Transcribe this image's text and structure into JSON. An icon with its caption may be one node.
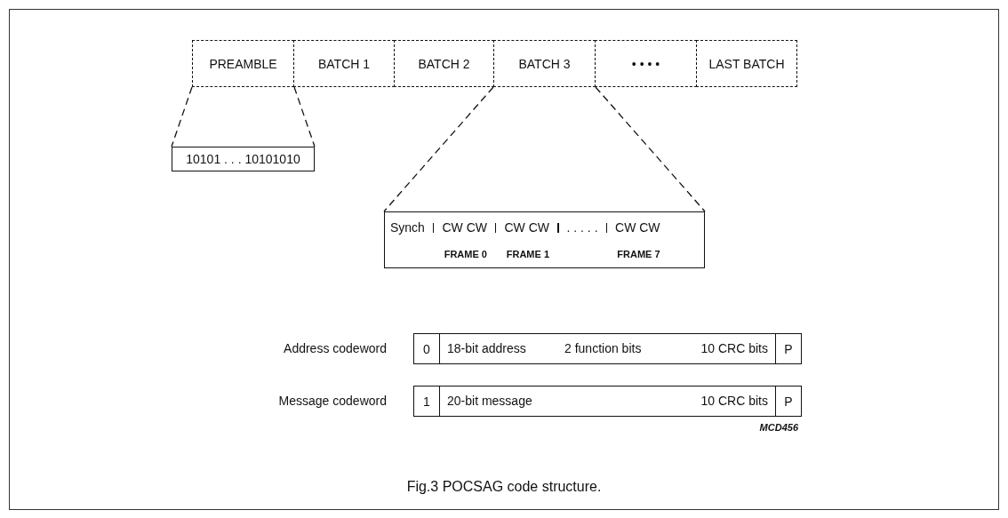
{
  "diagram": {
    "caption": "Fig.3 POCSAG code structure.",
    "nodes": [
      {
        "text": [
          "PREAMBLE"
        ]
      },
      {
        "text": [
          "BATCH 1"
        ]
      },
      {
        "text": [
          "BATCH 2"
        ]
      },
      {
        "text": [
          "BATCH 3"
        ]
      },
      {
        "text": [
          "• • • •"
        ]
      },
      {
        "text": [
          "LAST BATCH"
        ]
      },
      {
        "text": [
          "10101 . . . 10101010"
        ]
      },
      {
        "text": [
          "Synch",
          "CW CW",
          "CW CW",
          ". . . . .",
          "CW CW",
          "FRAME 0",
          "FRAME 1",
          "FRAME 7"
        ]
      },
      {
        "text": [
          "Address codeword"
        ]
      },
      {
        "text": [
          "0"
        ],
        "in": 8
      },
      {
        "text": [
          "18-bit address",
          "2 function bits",
          "10 CRC bits"
        ],
        "in": 8
      },
      {
        "text": [
          "P"
        ],
        "in": 8
      },
      {
        "text": [
          "Message codeword"
        ]
      },
      {
        "text": [
          "1"
        ],
        "in": 12
      },
      {
        "text": [
          "20-bit message",
          "10 CRC bits"
        ],
        "in": 12
      },
      {
        "text": [
          "P"
        ],
        "in": 12
      }
    ],
    "edges": [
      {
        "from": 0,
        "to": 6,
        "arrow": "none",
        "style": "dashed"
      },
      {
        "from": 0,
        "to": 6,
        "arrow": "none",
        "style": "dashed"
      },
      {
        "from": 3,
        "to": 7,
        "arrow": "none",
        "style": "dashed"
      },
      {
        "from": 3,
        "to": 7,
        "arrow": "none",
        "style": "dashed"
      }
    ],
    "labels": [
      "MCD456"
    ]
  }
}
